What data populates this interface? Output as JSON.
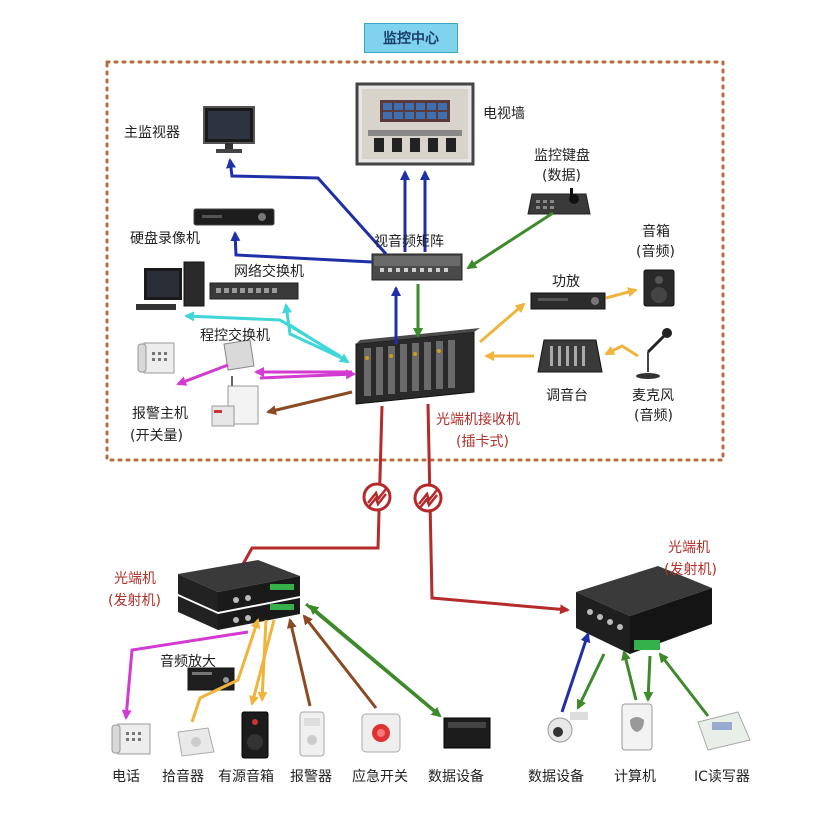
{
  "title": "监控中心",
  "labels": {
    "main_monitor": "主监视器",
    "tv_wall": "电视墙",
    "keyboard": "监控键盘",
    "keyboard_sub": "(数据)",
    "dvr": "硬盘录像机",
    "matrix": "视音频矩阵",
    "net_switch": "网络交换机",
    "pbx": "程控交换机",
    "alarm_host": "报警主机",
    "alarm_host_sub": "(开关量)",
    "speaker": "音箱",
    "speaker_sub": "(音频)",
    "amplifier": "功放",
    "mixer": "调音台",
    "mic": "麦克风",
    "mic_sub": "(音频)",
    "receiver": "光端机接收机",
    "receiver_sub": "(插卡式)",
    "tx_left": "光端机",
    "tx_left_sub": "(发射机)",
    "tx_right": "光端机",
    "tx_right_sub": "(发射机)",
    "audio_amp": "音频放大",
    "phone": "电话",
    "pickup": "拾音器",
    "active_speaker": "有源音箱",
    "alarm": "报警器",
    "emergency": "应急开关",
    "data_dev_left": "数据设备",
    "data_dev_right": "数据设备",
    "computer": "计算机",
    "ic_reader": "IC读写器"
  },
  "colors": {
    "video": "#1f2fa8",
    "data": "#3d8a2a",
    "network": "#3fd6d8",
    "phone": "#d23ad2",
    "audio": "#f0b43c",
    "alarm": "#8a4a22",
    "fiber": "#b52a2a",
    "border": "#b8693a"
  }
}
